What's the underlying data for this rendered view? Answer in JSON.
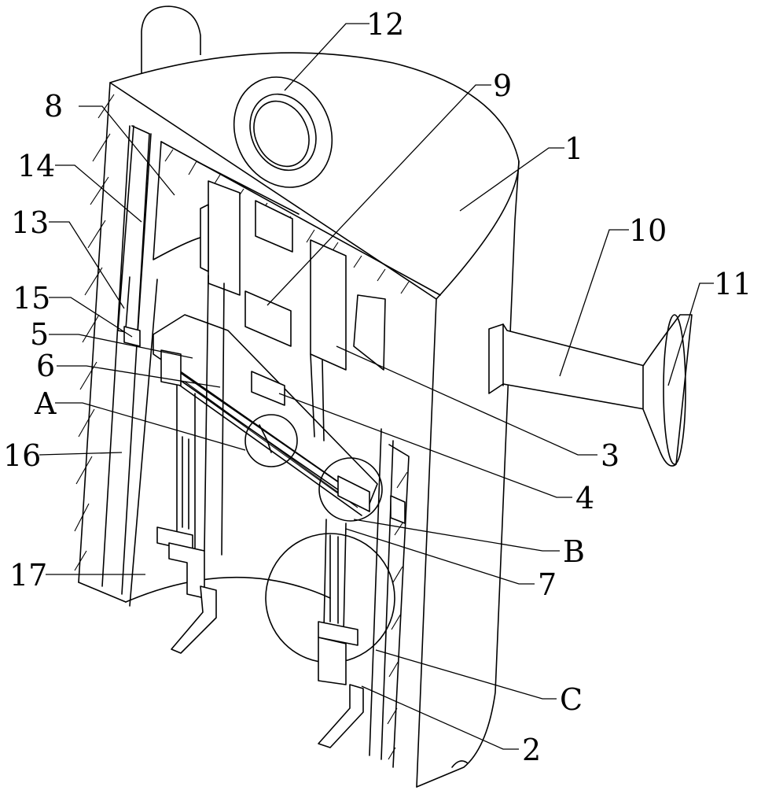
{
  "labels": {
    "l1": "1",
    "l2": "2",
    "l3": "3",
    "l4": "4",
    "l5": "5",
    "l6": "6",
    "l7": "7",
    "l8": "8",
    "l9": "9",
    "l10": "10",
    "l11": "11",
    "l12": "12",
    "l13": "13",
    "l14": "14",
    "l15": "15",
    "l16": "16",
    "l17": "17",
    "lA": "A",
    "lB": "B",
    "lC": "C"
  }
}
